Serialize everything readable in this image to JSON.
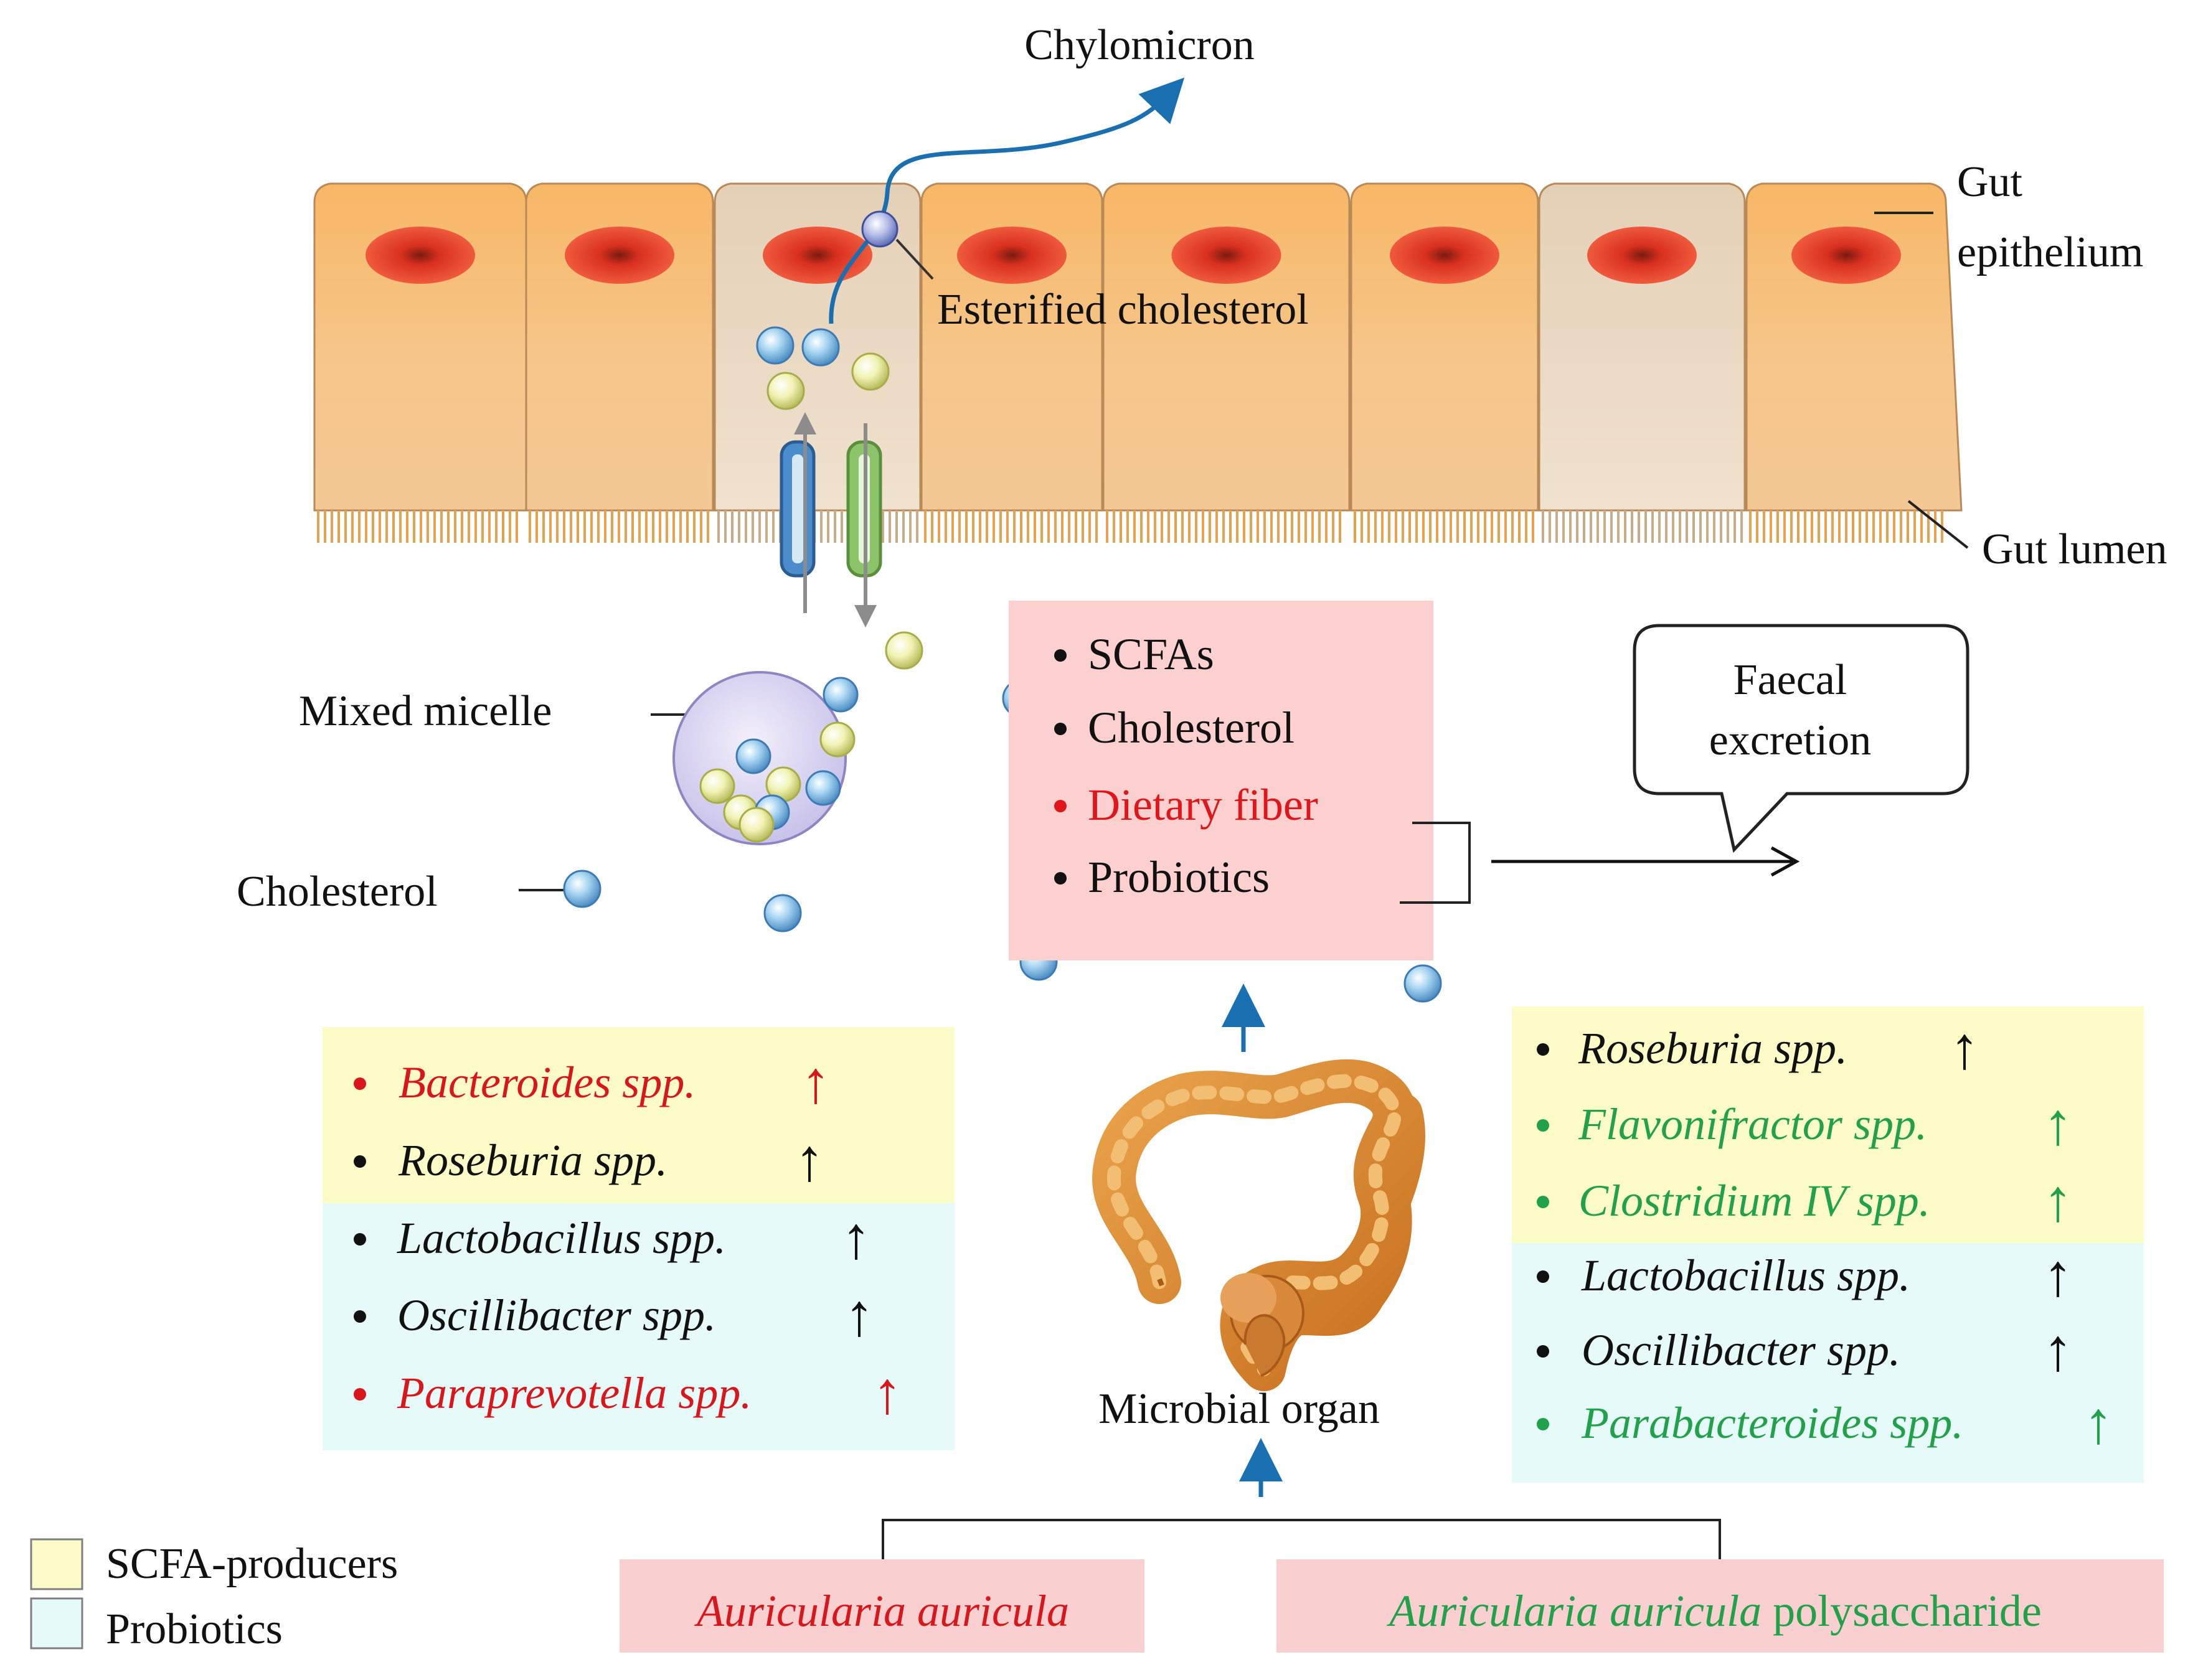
{
  "labels": {
    "chylomicron": "Chylomicron",
    "esterified_cholesterol": "Esterified cholesterol",
    "gut_epithelium_line1": "Gut",
    "gut_epithelium_line2": "epithelium",
    "gut_lumen": "Gut lumen",
    "mixed_micelle": "Mixed micelle",
    "cholesterol": "Cholesterol",
    "faecal_line1": "Faecal",
    "faecal_line2": "excretion",
    "microbial_organ": "Microbial organ"
  },
  "center_box": {
    "items": [
      {
        "text": "SCFAs",
        "color": "#111111"
      },
      {
        "text": "Cholesterol",
        "color": "#111111"
      },
      {
        "text": "Dietary fiber",
        "color": "#e0161b"
      },
      {
        "text": "Probiotics",
        "color": "#111111"
      }
    ],
    "bg": "#fbd0cf"
  },
  "left_list": {
    "scfa_items": [
      {
        "name": "Bacteroides spp.",
        "color": "#d9161b",
        "arrow": "↑"
      },
      {
        "name": "Roseburia spp.",
        "color": "#111111",
        "arrow": "↑"
      }
    ],
    "probiotic_items": [
      {
        "name": "Lactobacillus spp.",
        "color": "#111111",
        "arrow": "↑"
      },
      {
        "name": "Oscillibacter spp.",
        "color": "#111111",
        "arrow": "↑"
      },
      {
        "name": "Paraprevotella spp.",
        "color": "#d9161b",
        "arrow": "↑"
      }
    ]
  },
  "right_list": {
    "scfa_items": [
      {
        "name": "Roseburia spp.",
        "color": "#111111",
        "arrow": "↑"
      },
      {
        "name": "Flavonifractor spp.",
        "color": "#21a14a",
        "arrow": "↑"
      },
      {
        "name": "Clostridium IV spp.",
        "color": "#21a14a",
        "arrow": "↑"
      }
    ],
    "probiotic_items": [
      {
        "name": "Lactobacillus spp.",
        "color": "#111111",
        "arrow": "↑"
      },
      {
        "name": "Oscillibacter spp.",
        "color": "#111111",
        "arrow": "↑"
      },
      {
        "name": "Parabacteroides spp.",
        "color": "#21a14a",
        "arrow": "↑"
      }
    ]
  },
  "legend": {
    "scfa": {
      "label": "SCFA-producers",
      "color": "#fdfcc8"
    },
    "probiotics": {
      "label": "Probiotics",
      "color": "#e6fafa"
    }
  },
  "sources": {
    "left": {
      "text": "Auricularia auricula",
      "color": "#d9161b"
    },
    "right_italic": {
      "text": "Auricularia auricula",
      "color": "#21a14a"
    },
    "right_plain": {
      "text": "polysaccharide",
      "color": "#21a14a"
    },
    "bg": "#f9cfcf"
  },
  "colors": {
    "cell_orange": "#f6b970",
    "cell_pale": "#e8d2b8",
    "nucleus": "#e8352a",
    "cholesterol_blue": "#9ecbe9",
    "micelle_yellow": "#eef0a6",
    "arrow_blue": "#1a6fb0"
  }
}
